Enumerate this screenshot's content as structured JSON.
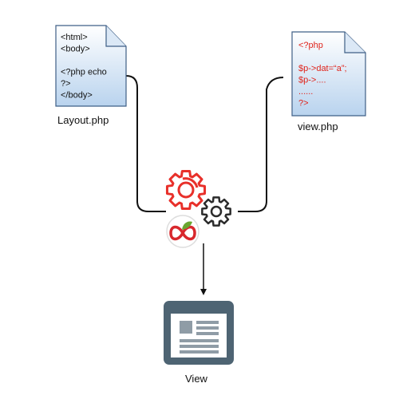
{
  "layout_doc": {
    "caption": "Layout.php",
    "lines": [
      "<html>",
      "<body>",
      "",
      "<?php echo",
      "?>",
      "</body>"
    ]
  },
  "view_doc": {
    "caption": "view.php",
    "lines": [
      "<?php",
      "",
      "$p->dat=“a”;",
      "$p->....",
      "......",
      "?>"
    ]
  },
  "output": {
    "caption": "View"
  },
  "colors": {
    "doc_fill_top": "#ffffff",
    "doc_fill_bottom": "#b9d3ee",
    "doc_stroke": "#3f5f86",
    "layout_text": "#111111",
    "view_text": "#e0241b",
    "red_gear": "#e8302a",
    "dark_gear": "#2b2b2b",
    "connector": "#111111",
    "window_frame": "#4e6473",
    "window_content": "#8f9ca6"
  },
  "icons": [
    "document-icon",
    "document-icon",
    "red-gear-icon",
    "dark-gear-icon",
    "infinity-logo-icon",
    "browser-window-icon",
    "arrow-down-icon"
  ]
}
